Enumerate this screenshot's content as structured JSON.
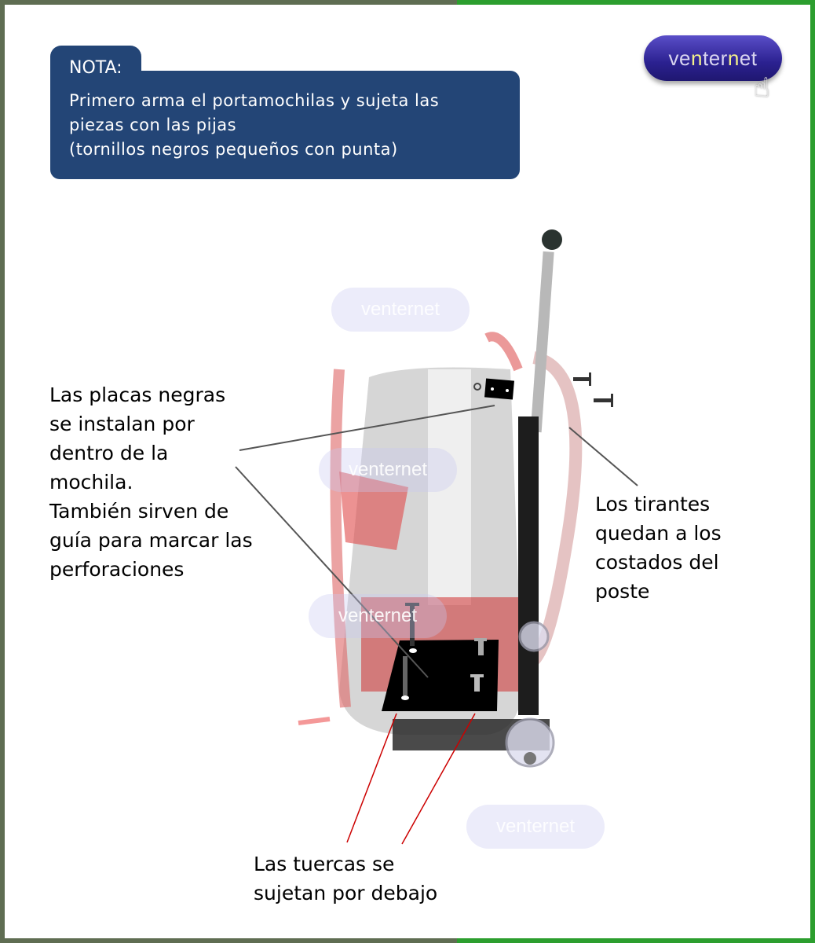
{
  "note": {
    "title": "NOTA:",
    "text": "Primero arma el portamochilas y sujeta las\npiezas con las pijas\n(tornillos negros pequeños con punta)"
  },
  "logo": {
    "text_pre": "ve",
    "text_hl1": "n",
    "text_mid": "ter",
    "text_hl2": "n",
    "text_post": "et",
    "icon": "pointer-hand-icon"
  },
  "watermarks": [
    "venternet",
    "venternet",
    "venternet",
    "venternet"
  ],
  "labels": {
    "plates": "Las placas negras\nse instalan por\ndentro de la\nmochila.\nTambién sirven de\nguía para marcar las\nperforaciones",
    "straps": "Los tirantes\nquedan a los\ncostados del\nposte",
    "nuts": "Las tuercas se\nsujetan por debajo"
  },
  "colors": {
    "note_bg": "#234576",
    "frame_left": "#5f6d52",
    "frame_right": "#2c9e2e",
    "pointer_red": "#cc0000"
  }
}
